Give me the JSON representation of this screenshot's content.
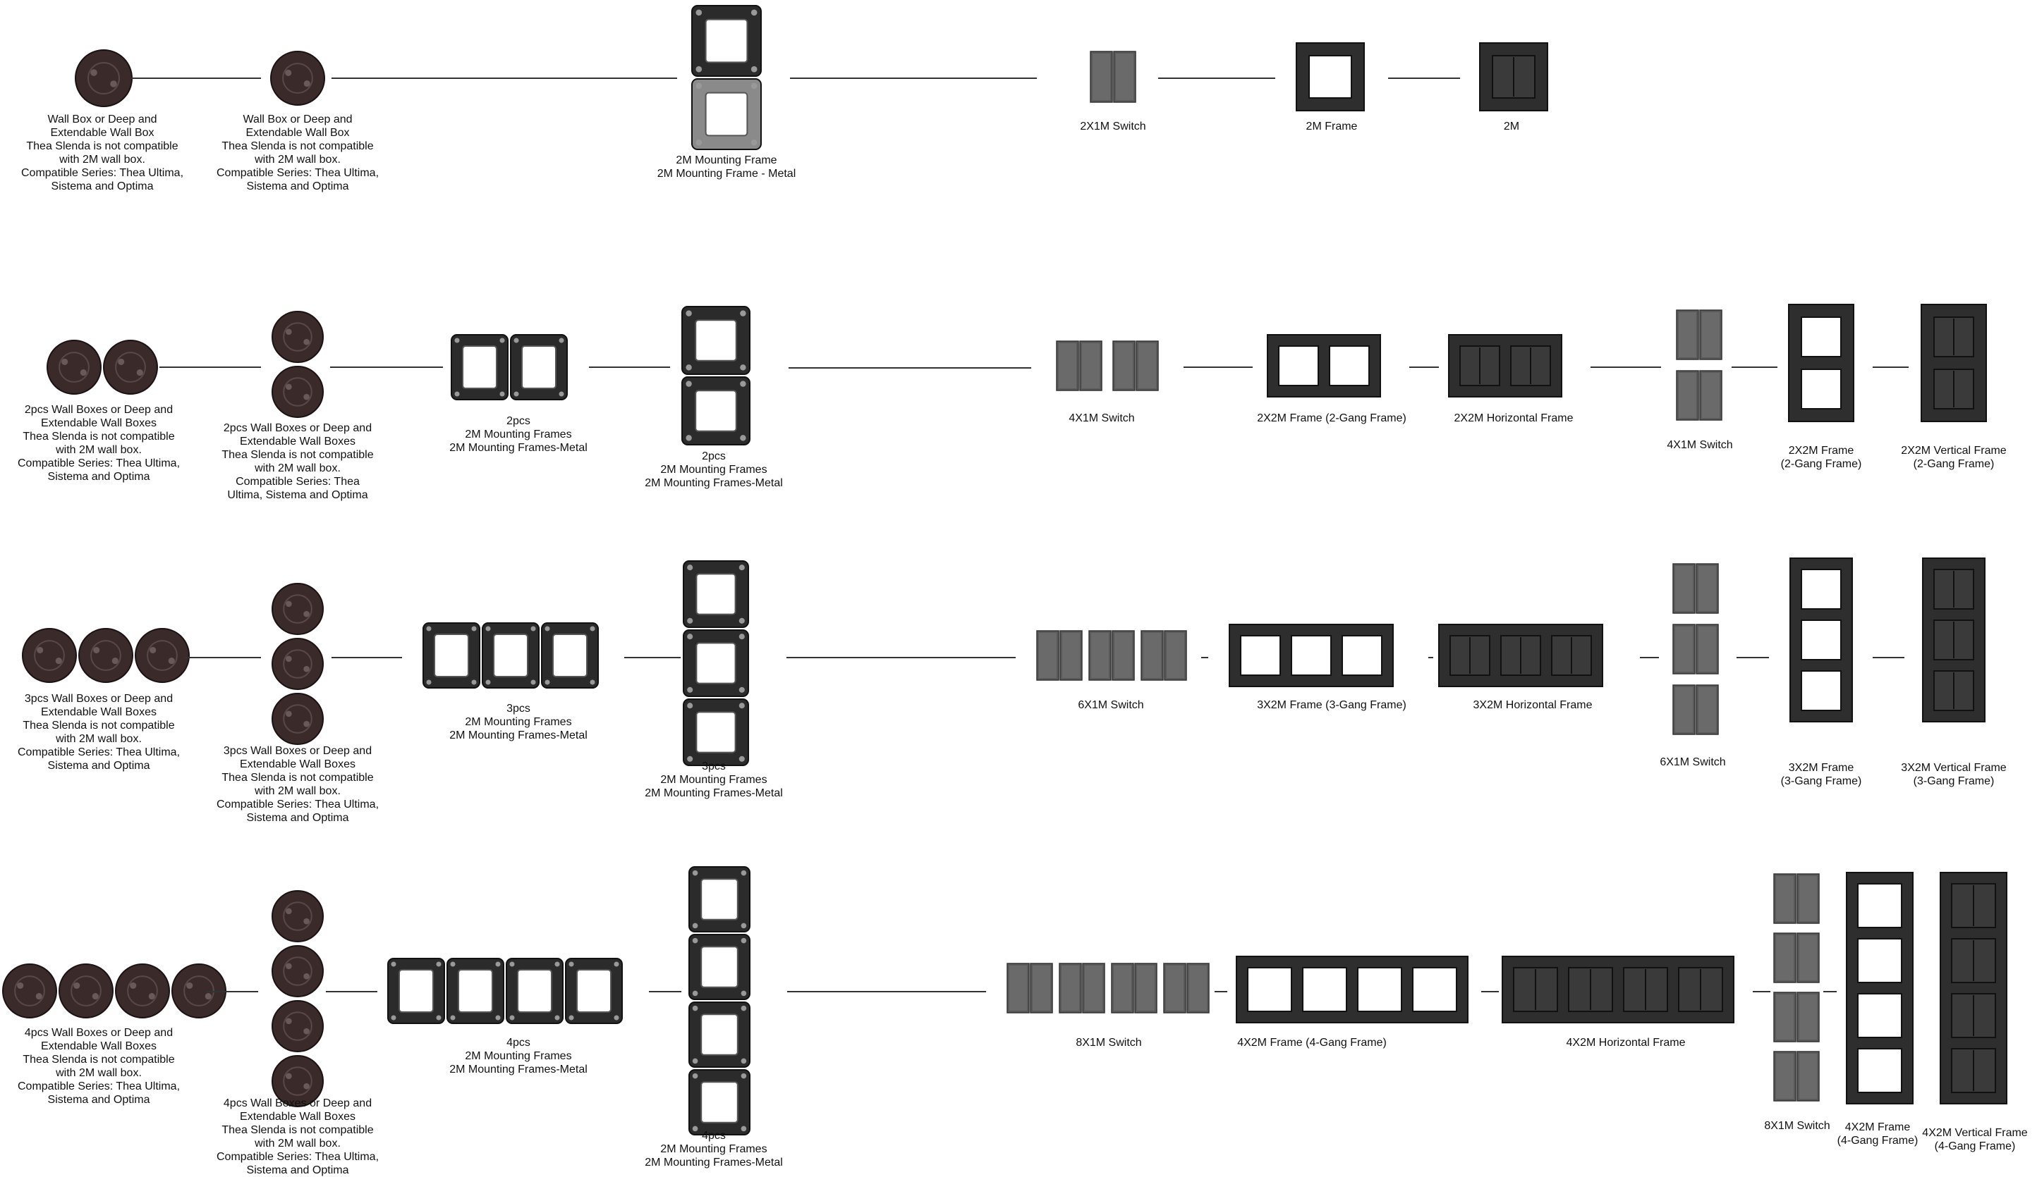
{
  "rows": [
    {
      "connectors": [
        1,
        2,
        3,
        4,
        5,
        6
      ],
      "labels": [
        [
          "Wall Box or Deep and",
          "Extendable Wall Box",
          "Thea Slenda is not compatible",
          "with 2M wall box.",
          "Compatible Series: Thea Ultima,",
          "Sistema and Optima"
        ],
        [
          "Wall Box or Deep and",
          "Extendable Wall Box",
          "Thea Slenda is not compatible",
          "with 2M wall box.",
          "Compatible Series: Thea Ultima,",
          "Sistema and Optima"
        ],
        [
          "2M Mounting Frame",
          "2M Mounting Frame - Metal"
        ],
        [
          "2X1M Switch"
        ],
        [
          "2M Frame"
        ],
        [
          "2M"
        ]
      ]
    },
    {
      "labels": [
        [
          "2pcs Wall Boxes or Deep and",
          "Extendable Wall Boxes",
          "Thea Slenda is not compatible",
          "with 2M wall box.",
          "Compatible Series: Thea Ultima,",
          "Sistema and Optima"
        ],
        [
          "2pcs Wall Boxes or Deep and",
          "Extendable Wall Boxes",
          "Thea Slenda is not compatible",
          "with 2M wall box.",
          "Compatible Series: Thea",
          "Ultima, Sistema and Optima"
        ],
        [
          "2pcs",
          "2M Mounting Frames",
          "2M Mounting Frames-Metal"
        ],
        [
          "2pcs",
          "2M Mounting Frames",
          "2M Mounting Frames-Metal"
        ],
        [
          "4X1M Switch"
        ],
        [
          "2X2M Frame (2-Gang Frame)"
        ],
        [
          "2X2M Horizontal Frame"
        ],
        [
          "4X1M Switch"
        ],
        [
          "2X2M Frame",
          "(2-Gang Frame)"
        ],
        [
          "2X2M Vertical Frame",
          "(2-Gang Frame)"
        ]
      ]
    },
    {
      "labels": [
        [
          "3pcs Wall Boxes or Deep and",
          "Extendable Wall Boxes",
          "Thea Slenda is not compatible",
          "with 2M wall box.",
          "Compatible Series: Thea Ultima,",
          "Sistema and Optima"
        ],
        [
          "3pcs Wall Boxes or Deep and",
          "Extendable Wall Boxes",
          "Thea Slenda is not compatible",
          "with 2M wall box.",
          "Compatible Series: Thea Ultima,",
          "Sistema and Optima"
        ],
        [
          "3pcs",
          "2M Mounting Frames",
          "2M Mounting Frames-Metal"
        ],
        [
          "3pcs",
          "2M Mounting Frames",
          "2M Mounting Frames-Metal"
        ],
        [
          "6X1M Switch"
        ],
        [
          "3X2M Frame (3-Gang Frame)"
        ],
        [
          "3X2M Horizontal Frame"
        ],
        [
          "6X1M Switch"
        ],
        [
          "3X2M Frame",
          "(3-Gang Frame)"
        ],
        [
          "3X2M Vertical Frame",
          "(3-Gang Frame)"
        ]
      ]
    },
    {
      "labels": [
        [
          "4pcs Wall Boxes or Deep and",
          "Extendable Wall Boxes",
          "Thea Slenda is not compatible",
          "with 2M wall box.",
          "Compatible Series: Thea Ultima,",
          "Sistema and Optima"
        ],
        [
          "4pcs Wall Boxes or Deep and",
          "Extendable Wall Boxes",
          "Thea Slenda is not compatible",
          "with 2M wall box.",
          "Compatible Series: Thea Ultima,",
          "Sistema and Optima"
        ],
        [
          "4pcs",
          "2M Mounting Frames",
          "2M Mounting Frames-Metal"
        ],
        [
          "4pcs",
          "2M Mounting Frames",
          "2M Mounting Frames-Metal"
        ],
        [
          "8X1M Switch"
        ],
        [
          "4X2M Frame (4-Gang Frame)"
        ],
        [
          "4X2M Horizontal Frame"
        ],
        [
          "8X1M Switch"
        ],
        [
          "4X2M Frame",
          "(4-Gang Frame)"
        ],
        [
          "4X2M Vertical Frame",
          "(4-Gang Frame)"
        ]
      ]
    }
  ],
  "colors": {
    "box": "#3a2a2a",
    "mount": "#2b2b2b",
    "switch": "#5a5a5a",
    "frame": "#2e2e2e",
    "line": "#333333"
  }
}
